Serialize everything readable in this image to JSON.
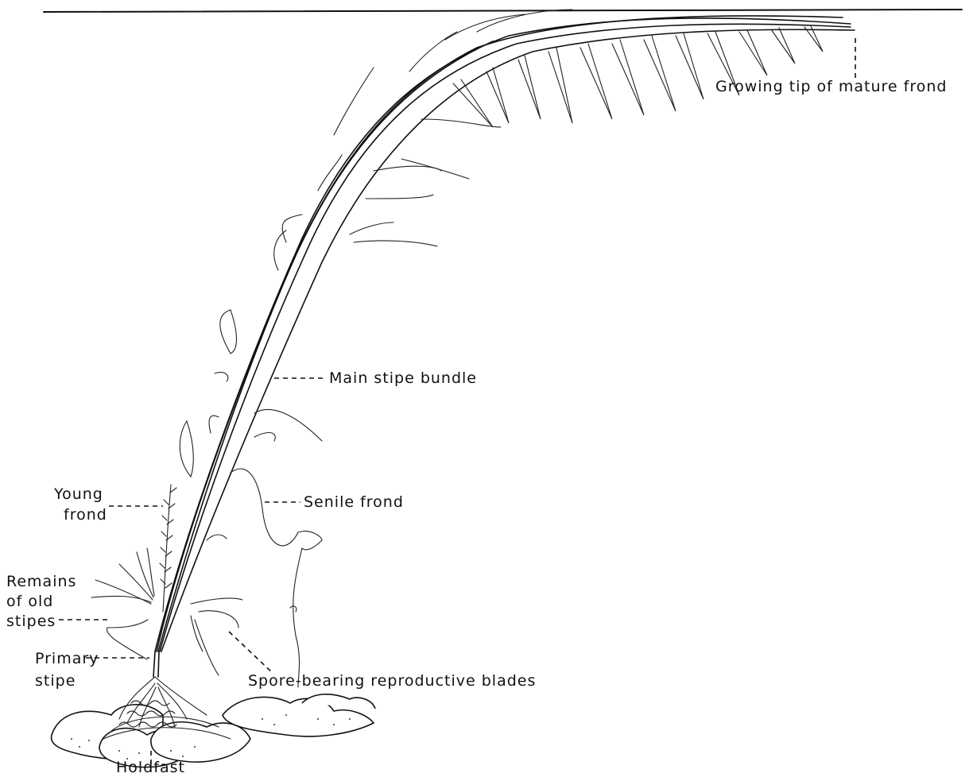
{
  "labels": {
    "growing_tip": "Growing tip of mature frond",
    "main_stipe": "Main stipe bundle",
    "young_frond_1": "Young",
    "young_frond_2": "frond",
    "senile_frond": "Senile frond",
    "remains_1": "Remains",
    "remains_2": "of old",
    "remains_3": "stipes",
    "primary_1": "Primary",
    "primary_2": "stipe",
    "spore_blades": "Spore-bearing reproductive blades",
    "holdfast": "Holdfast"
  }
}
